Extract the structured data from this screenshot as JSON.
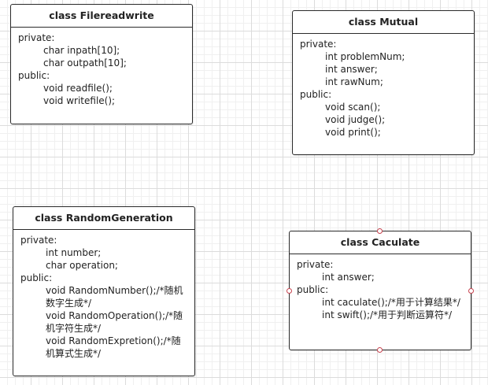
{
  "classes": {
    "filereadwrite": {
      "title": "class Filereadwrite",
      "lines": [
        "private:",
        "char inpath[10];",
        "char outpath[10];",
        "public:",
        "void readfile();",
        "void writefile();"
      ]
    },
    "mutual": {
      "title": "class Mutual",
      "lines": [
        "private:",
        "int problemNum;",
        "int answer;",
        "int rawNum;",
        "public:",
        "void scan();",
        "void judge();",
        "void print();"
      ]
    },
    "randomgeneration": {
      "title": "class RandomGeneration",
      "lines": [
        "private:",
        "int number;",
        "char operation;",
        "public:",
        "void RandomNumber();/*随机数字生成*/",
        "void RandomOperation();/*随机字符生成*/",
        "void RandomExpretion();/*随机算式生成*/"
      ]
    },
    "caculate": {
      "title": "class Caculate",
      "lines": [
        "private:",
        "int answer;",
        "public:",
        "int caculate();/*用于计算结果*/",
        "int swift();/*用于判断运算符*/"
      ]
    }
  }
}
